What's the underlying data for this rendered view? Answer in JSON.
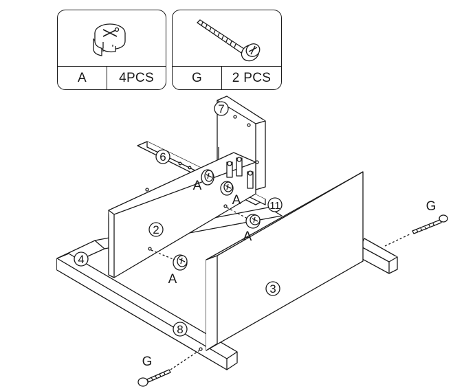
{
  "parts_legend": [
    {
      "letter": "A",
      "quantity": "4PCS",
      "icon": "cam-lock-icon"
    },
    {
      "letter": "G",
      "quantity": "2 PCS",
      "icon": "screw-icon"
    }
  ],
  "panels": {
    "p7": "7",
    "p6": "6",
    "p2": "2",
    "p4": "4",
    "p3": "3",
    "p8": "8",
    "p11": "11"
  },
  "callouts": {
    "a_upper_left": "A",
    "a_upper_right": "A",
    "a_middle": "A",
    "a_front": "A",
    "g_right": "G",
    "g_bottom": "G"
  }
}
